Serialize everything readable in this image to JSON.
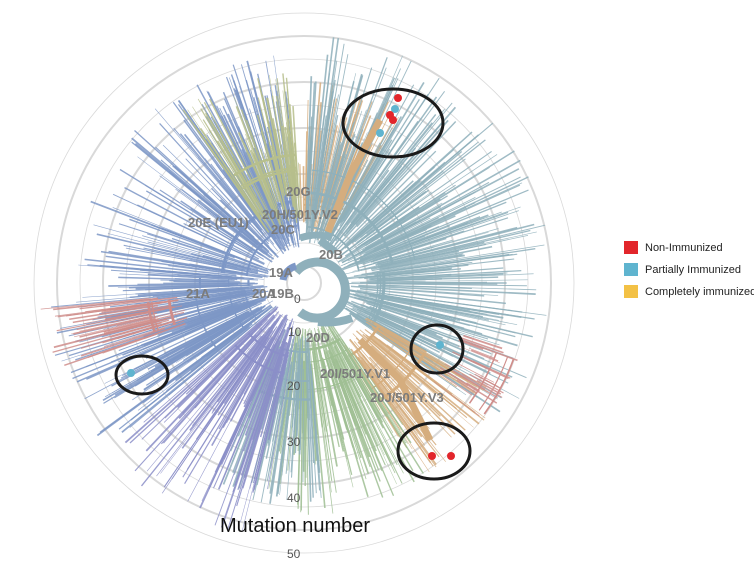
{
  "diagram": {
    "axis_title": "Mutation number",
    "scale_ticks": [
      "0",
      "10",
      "20",
      "30",
      "40",
      "50"
    ],
    "clades": [
      {
        "id": "20G",
        "label": "20G"
      },
      {
        "id": "20H",
        "label": "20H/501Y.V2"
      },
      {
        "id": "20C",
        "label": "20C"
      },
      {
        "id": "20E",
        "label": "20E (EU1)"
      },
      {
        "id": "19A",
        "label": "19A"
      },
      {
        "id": "20B",
        "label": "20B"
      },
      {
        "id": "21A",
        "label": "21A"
      },
      {
        "id": "20A",
        "label": "20A"
      },
      {
        "id": "19B",
        "label": "19B"
      },
      {
        "id": "20D",
        "label": "20D"
      },
      {
        "id": "20I",
        "label": "20I/501Y.V1"
      },
      {
        "id": "20J",
        "label": "20J/501Y.V3"
      }
    ],
    "legend": [
      {
        "label": "Non-Immunized",
        "color": "#e2262b"
      },
      {
        "label": "Partially Immunized",
        "color": "#5fb4cf"
      },
      {
        "label": "Completely immunized",
        "color": "#f3c145"
      }
    ],
    "colors": {
      "blue_clade": "#7d97c6",
      "teal_clade": "#8fb0bb",
      "olive_clade": "#b7bf8c",
      "tan_clade": "#d5ad7e",
      "green_clade": "#9fbf93",
      "purple_clade": "#8b8fc8",
      "red_clade": "#cf8d8a",
      "ring": "#d9d9d9",
      "root": "#8fb0bb"
    }
  }
}
